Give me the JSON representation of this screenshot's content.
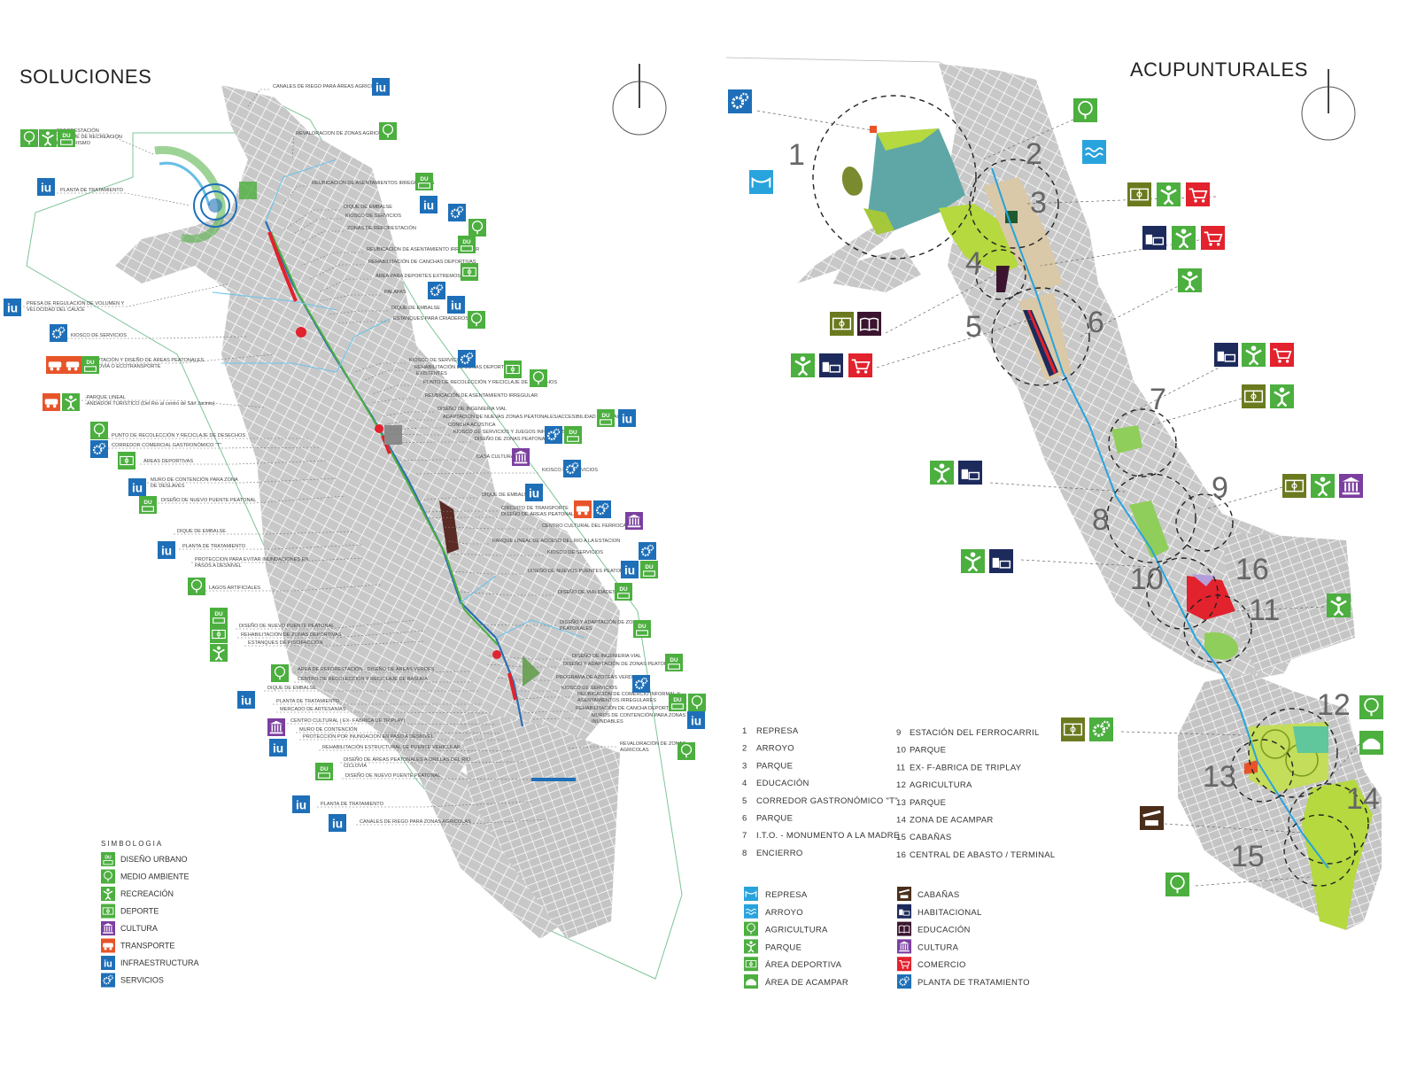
{
  "left": {
    "title": "SOLUCIONES",
    "annotations": [
      "CANALES DE RIEGO PARA ÁREAS AGRICOLAS",
      "REFORESTACIÓN",
      "-BOSQUE DE RECREACIÓN",
      "ECOTURISMO",
      "REVALORACION DE ZONAS AGRICOLAS",
      "REUBICACIÓN DE ASENTAMIENTOS IRREGULARES",
      "PLANTA DE TRATAMIENTO",
      "DIQUE DE EMBALSE",
      "KIOSCO DE SERVICIOS",
      "ZONAS DE REFORESTACIÓN",
      "REUBICACIÓN DE ASENTAMIENTO IRREGULAR",
      "REHABILITACIÓN DE CANCHAS DEPORTIVAS",
      "ÁREA PARA DEPORTES EXTREMOS",
      "PALAPAS",
      "PRESA DE REGULACIÓN DE VOLUMEN Y",
      "VELOCIDAD DEL CAUCE",
      "DIQUE DE EMBALSE",
      "ESTANQUES PARA CRIADEROS",
      "KIOSCO DE SERVICIOS",
      "ADAPTACIÓN Y DISEÑO DE ÁREAS PEATONALES",
      "CICLOVIA O ECOTRANSPORTE",
      "KIOSCO DE SERVICIOS",
      "REHABILITACIÓN DE ZONAS DEPORTIVAS",
      "EXISTENTES",
      "PUNTO DE RECOLECCIÓN Y RECICLAJE DE DESECHOS",
      "-PARQUE LINEAL",
      "-ANDADOR TURISTICO (Del Rio al centro de San Jacinto)",
      "REUBICACIÓN DE ASENTAMIENTO IRREGULAR",
      "DISEÑO DE INGENIERIA VIAL",
      "ADAPTACIÓN DE NUEVAS ZONAS PEATONALES/ACCESIBILIDAD AL ESPACIO",
      "CONCHA ACÚSTICA",
      "KIOSCO DE SERVICIOS Y JUEGOS INFANTILES",
      "DISEÑO DE ZONAS PEATONALES",
      "PUNTO DE RECOLECCIÓN Y RECICLAJE DE DESECHOS",
      "CORREDOR COMERCIAL GASTRONÓMICO \"T\"",
      "ÁREAS DEPORTIVAS",
      "CASA CULTURAL",
      "KIOSCO DE SERVICIOS",
      "MURO DE CONTENCIÓN PARA ZONA",
      "DE DESLAVES",
      "DISEÑO DE NUEVO PUENTE PEATONAL",
      "DIQUE DE EMBALSE",
      "CIRCUITO DE TRANSPORTE",
      "DISEÑO DE ÁREAS PEATONALES",
      "CENTRO CULTURAL DEL FERROCARRIL",
      "DIQUE DE EMBALSE",
      "PARQUE LINEAL DE ACCESO DEL RIO A LA ESTACION",
      "PLANTA DE TRATAMIENTO",
      "KIOSCO DE SERVICIOS",
      "PROTECCION PARA EVITAR INUNDACIONES EN",
      "PASOS A DESNIVEL",
      "DISEÑO DE NUEVOS PUENTES PEATONALES",
      "LAGOS ARTIFICIALES",
      "DISEÑO DE VIALIDADES",
      "DISEÑO DE NUEVO PUENTE PEATONAL",
      "REHABILITACIÓN DE ZONAS DEPORTIVAS",
      "ESTANQUES DE PISCIFACCIÓN",
      "DISEÑO Y ADAPTACIÓN DE ZONAS",
      "PEATONALES",
      "DISEÑO DE INGENIERIA VIAL",
      "DISEÑO Y ADAPTACIÓN DE ZONAS PEATONALES",
      "ÁREA DE REFORESTACIÓN - DISEÑO DE ÁREAS VERDES",
      "CENTRO DE RECOLECCIÓN Y RECICLAJE DE BASURA",
      "PROGRAMA DE AZOTEAS VERDES",
      "DIQUE DE EMBALSE",
      "KIOSCO DE SERVICIOS",
      "REUBICACIÓN DE COMERCIO INFORMAL Y",
      "ASENTAMIENTOS IRREGULARES",
      "PLANTA DE TRATAMIENTO",
      "MERCADO DE ARTESANÍAS",
      "REHABILITACIÓN DE CANCHA DEPORTIVA",
      "MUROS DE CONTENCIÓN PARA ZONAS",
      "INUNDABLES",
      "CENTRO CULTURAL ( EX- FÁBRICA DE TRIPLAY)",
      "MURO DE CONTENCIÓN",
      "PROTECCIÓN POR INUNDACION EN PASO A DESNIVEL",
      "REVALORACIÓN DE ZONAS",
      "AGRICOLAS",
      "REHABILITACIÓN ESTRUCTURAL DE PUENTE VEHICULAR",
      "DISEÑO DE ÁREAS PEATONALES A ORILLAS DEL RIO",
      "CICLOVIA",
      "DISEÑO DE NUEVO PUENTE PEATONAL",
      "PLANTA DE TRATAMIENTO",
      "CANALES DE RIEGO PARA ZONAS AGRICOLAS"
    ],
    "legend_title": "SIMBOLOGIA",
    "legend": [
      {
        "label": "DISEÑO URBANO",
        "color": "#4caf3f",
        "icon": "du-icon"
      },
      {
        "label": "MEDIO AMBIENTE",
        "color": "#4caf3f",
        "icon": "tree-icon"
      },
      {
        "label": "RECREACIÓN",
        "color": "#4caf3f",
        "icon": "recreation-icon"
      },
      {
        "label": "DEPORTE",
        "color": "#4caf3f",
        "icon": "field-icon"
      },
      {
        "label": "CULTURA",
        "color": "#7b3fa0",
        "icon": "culture-icon"
      },
      {
        "label": "TRANSPORTE",
        "color": "#e8542a",
        "icon": "transport-icon"
      },
      {
        "label": "INFRAESTRUCTURA",
        "color": "#1e6fb8",
        "icon": "iu-icon"
      },
      {
        "label": "SERVICIOS",
        "color": "#1e6fb8",
        "icon": "gear-icon"
      }
    ],
    "iu_text": "iu",
    "du_text": "DU"
  },
  "right": {
    "title": "ACUPUNTURALES",
    "numbers": [
      "1",
      "2",
      "3",
      "4",
      "5",
      "6",
      "7",
      "8",
      "9",
      "10",
      "11",
      "12",
      "13",
      "14",
      "15",
      "16"
    ],
    "list_left": [
      {
        "n": "1",
        "label": "REPRESA"
      },
      {
        "n": "2",
        "label": "ARROYO"
      },
      {
        "n": "3",
        "label": "PARQUE"
      },
      {
        "n": "4",
        "label": "EDUCACIÓN"
      },
      {
        "n": "5",
        "label": "CORREDOR GASTRONÓMICO \"T\""
      },
      {
        "n": "6",
        "label": "PARQUE"
      },
      {
        "n": "7",
        "label": "I.T.O. - MONUMENTO A LA MADRE"
      },
      {
        "n": "8",
        "label": "ENCIERRO"
      }
    ],
    "list_right": [
      {
        "n": "9",
        "label": "ESTACIÓN DEL FERROCARRIL"
      },
      {
        "n": "10",
        "label": "PARQUE"
      },
      {
        "n": "11",
        "label": "EX- F-ABRICA DE TRIPLAY"
      },
      {
        "n": "12",
        "label": "AGRICULTURA"
      },
      {
        "n": "13",
        "label": "PARQUE"
      },
      {
        "n": "14",
        "label": "ZONA DE ACAMPAR"
      },
      {
        "n": "15",
        "label": "CABAÑAS"
      },
      {
        "n": "16",
        "label": "CENTRAL DE ABASTO / TERMINAL"
      }
    ],
    "legend_left": [
      {
        "label": "REPRESA",
        "color": "#29a3dc",
        "icon": "dam-icon"
      },
      {
        "label": "ARROYO",
        "color": "#29a3dc",
        "icon": "wave-icon"
      },
      {
        "label": "AGRICULTURA",
        "color": "#4caf3f",
        "icon": "tree-icon"
      },
      {
        "label": "PARQUE",
        "color": "#4caf3f",
        "icon": "recreation-icon"
      },
      {
        "label": "ÁREA DEPORTIVA",
        "color": "#6b7a1f",
        "icon": "field-icon"
      },
      {
        "label": "ÁREA DE ACAMPAR",
        "color": "#4caf3f",
        "icon": "tent-icon"
      }
    ],
    "legend_right": [
      {
        "label": "CABAÑAS",
        "color": "#4a2e1a",
        "icon": "cabin-icon"
      },
      {
        "label": "HABITACIONAL",
        "color": "#1d2a5c",
        "icon": "housing-icon"
      },
      {
        "label": "EDUCACIÓN",
        "color": "#3b1530",
        "icon": "book-icon"
      },
      {
        "label": "CULTURA",
        "color": "#7b3fa0",
        "icon": "culture-icon"
      },
      {
        "label": "COMERCIO",
        "color": "#e2222d",
        "icon": "cart-icon"
      },
      {
        "label": "PLANTA DE TRATAMIENTO",
        "color": "#4caf3f",
        "icon": "gear-icon"
      }
    ]
  },
  "colors": {
    "green": "#4caf3f",
    "blue": "#1e6fb8",
    "orange": "#e8542a",
    "purple": "#7b3fa0",
    "red": "#e2222d",
    "olive": "#6b7a1f",
    "navy": "#1d2a5c",
    "cyan": "#29a3dc",
    "map_gray": "#c9c9c9"
  }
}
